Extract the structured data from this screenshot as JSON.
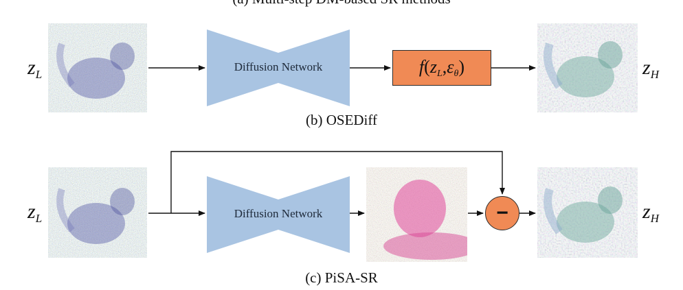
{
  "captions": {
    "a": "(a) Multi-step DM-based SR methods",
    "b": "(b) OSEDiff",
    "c": "(c) PiSA-SR"
  },
  "latent": {
    "low_main": "z",
    "low_sub": "L",
    "high_main": "z",
    "high_sub": "H"
  },
  "network": {
    "label": "Diffusion Network"
  },
  "function_box": {
    "name": "f",
    "open": "(",
    "arg1_main": "z",
    "arg1_sub": "L",
    "sep": ",",
    "arg2_main": "ε",
    "arg2_sub": "θ",
    "close": ")"
  },
  "operator": {
    "symbol": "−"
  },
  "colors": {
    "network_fill": "#a9c4e2",
    "accent_orange": "#f08a55",
    "arrow": "#111111"
  }
}
